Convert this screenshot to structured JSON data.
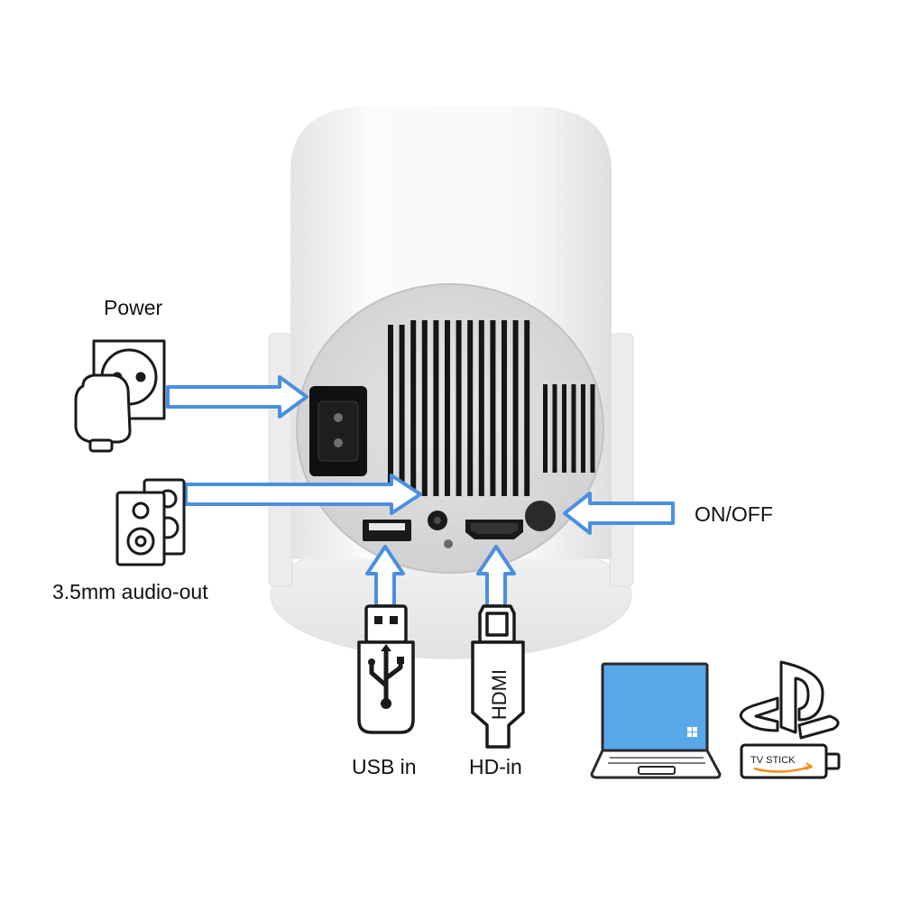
{
  "labels": {
    "power": "Power",
    "audio_out": "3.5mm audio-out",
    "on_off": "ON/OFF",
    "usb_in": "USB in",
    "hd_in": "HD-in"
  },
  "icon_text": {
    "hdmi_plug": "HDMI",
    "tv_stick": "TV STICK"
  },
  "icons": [
    "power-plug-icon",
    "wall-socket-icon",
    "speakers-icon",
    "usb-plug-icon",
    "hdmi-plug-icon",
    "laptop-icon",
    "playstation-logo-icon",
    "tv-stick-icon"
  ],
  "colors": {
    "arrow_blue": "#4a8fe0",
    "device_white": "#f3f3f3",
    "panel_grey": "#dcdcdc",
    "laptop_screen": "#5aa7e8"
  }
}
